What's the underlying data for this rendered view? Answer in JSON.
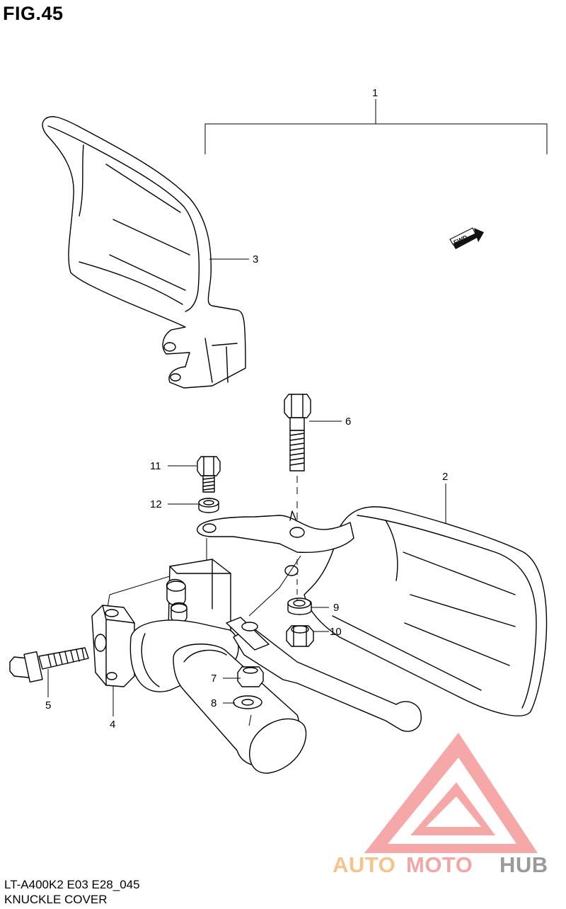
{
  "figure": {
    "title": "FIG.45"
  },
  "footer": {
    "model_code": "LT-A400K2 E03 E28_045",
    "section_name": "KNUCKLE COVER"
  },
  "direction_marker": {
    "label": "FWD"
  },
  "callouts": [
    "1",
    "2",
    "3",
    "4",
    "5",
    "6",
    "7",
    "8",
    "9",
    "10",
    "11",
    "12"
  ],
  "watermark": {
    "part1": "AUTO",
    "part2": "MOTO",
    "part3": "HUB",
    "colors": {
      "auto": "#f5c48a",
      "moto": "#f2a6a6",
      "hub": "#9a9a9a",
      "triangle": "#f07f7f"
    }
  }
}
